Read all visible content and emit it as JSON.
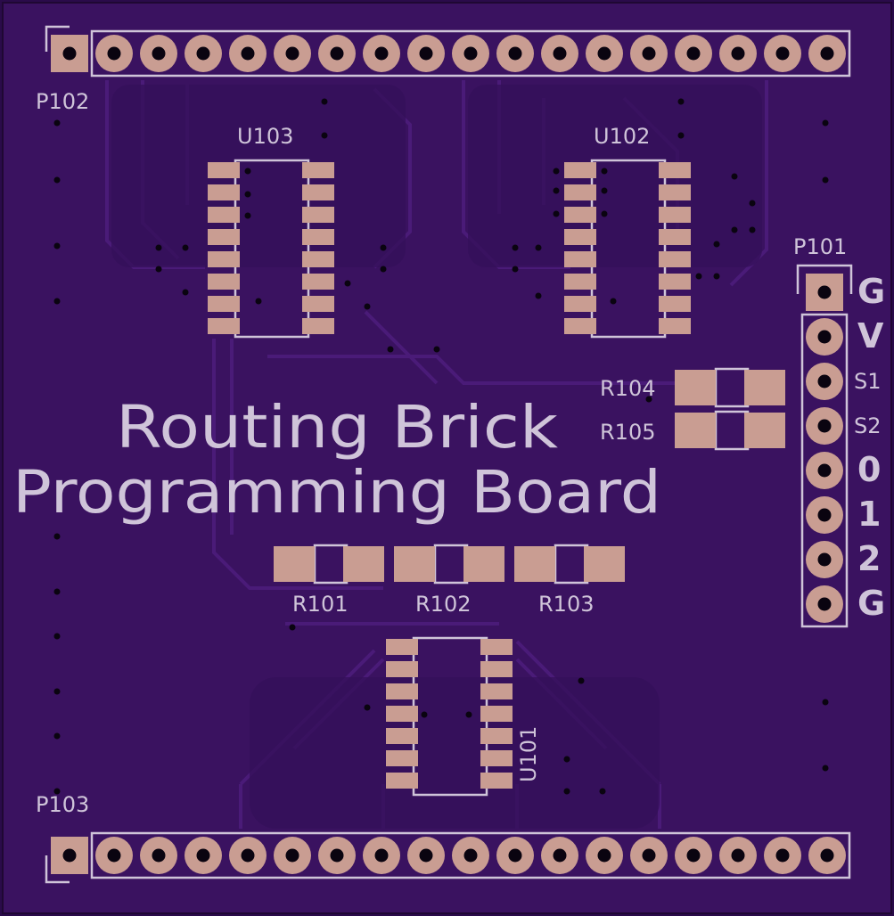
{
  "board": {
    "title_line1": "Routing Brick",
    "title_line2": "Programming Board"
  },
  "colors": {
    "substrate": "#2a0b4a",
    "copper_pour": "#3e1466",
    "pad": "#c99d92",
    "silkscreen": "#cfc4d9"
  },
  "headers": [
    {
      "ref": "P102",
      "pins": 18
    },
    {
      "ref": "P103",
      "pins": 18
    },
    {
      "ref": "P101",
      "pins": 8
    }
  ],
  "ics": [
    {
      "ref": "U103"
    },
    {
      "ref": "U102"
    },
    {
      "ref": "U101"
    }
  ],
  "resistors": [
    {
      "ref": "R104"
    },
    {
      "ref": "R105"
    },
    {
      "ref": "R101"
    },
    {
      "ref": "R102"
    },
    {
      "ref": "R103"
    }
  ],
  "p101_pin_labels": [
    "G",
    "V",
    "S1",
    "S2",
    "0",
    "1",
    "2",
    "G"
  ]
}
